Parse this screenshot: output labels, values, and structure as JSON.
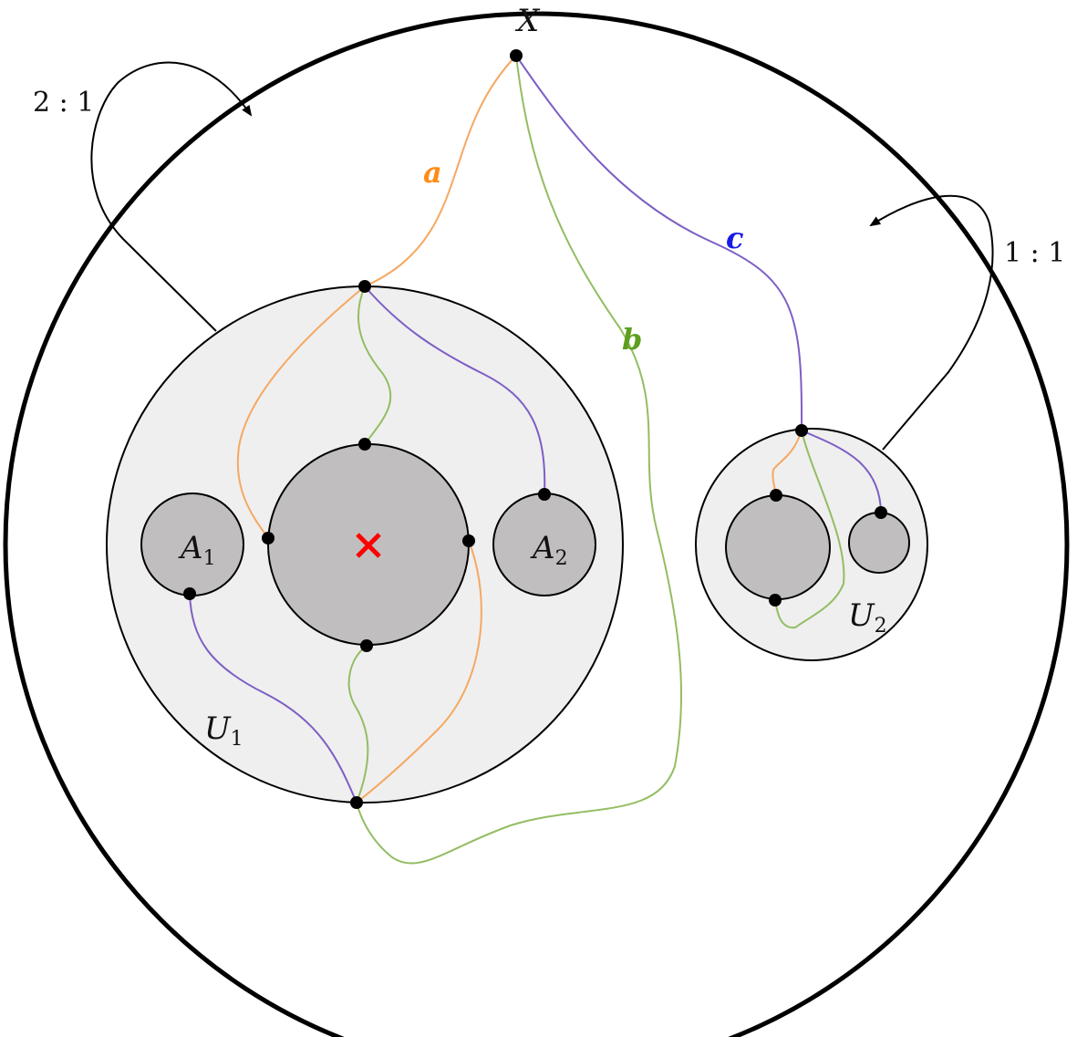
{
  "labels": {
    "X": "X",
    "U1": "U",
    "U1_sub": "1",
    "U2": "U",
    "U2_sub": "2",
    "A1": "A",
    "A1_sub": "1",
    "A2": "A",
    "A2_sub": "2",
    "ratio_left": "2 : 1",
    "ratio_right": "1 : 1",
    "curve_a": "a",
    "curve_b": "b",
    "curve_c": "c"
  },
  "colors": {
    "curve_a": "#f5a862",
    "curve_b": "#93bd63",
    "curve_c": "#7d5fc4",
    "label_a": "#ff8c1a",
    "label_b": "#5e9e1e",
    "label_c": "#1a1ae6",
    "marker": "#ff0000",
    "light_fill": "#efefef",
    "dark_fill": "#c0bebf",
    "outline": "#000000"
  },
  "marker_icon": "cross-icon"
}
